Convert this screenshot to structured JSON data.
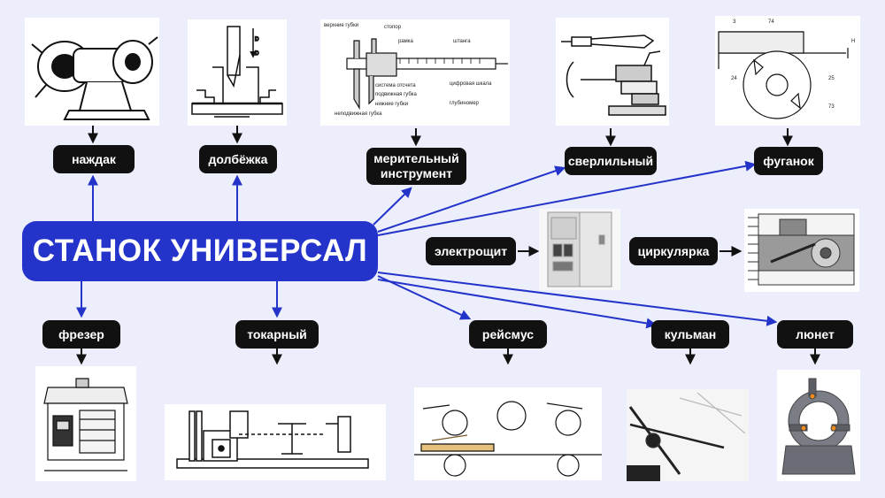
{
  "main": {
    "title": "СТАНОК УНИВЕРСАЛ"
  },
  "nodes": {
    "nazhdak": "наждак",
    "dolbezhka": "долбёжка",
    "meritelny": "мерительный инструмент",
    "sverlilny": "сверлильный",
    "fuganok": "фуганок",
    "elektroshchit": "электрощит",
    "tsirkulyarka": "циркулярка",
    "frezer": "фрезер",
    "tokarny": "токарный",
    "reismus": "рейсмус",
    "kulman": "кульман",
    "lyunet": "люнет"
  },
  "caliper_labels": {
    "upper_jaws": "верхние губки",
    "stopper": "стопор",
    "frame": "рамка",
    "rod": "штанга",
    "reading_system": "система отсчета",
    "movable_jaw": "подвижная губка",
    "digital_scale": "цифровая шкала",
    "lower_jaws": "нижние губки",
    "depth_gauge": "глубиномер",
    "fixed_jaw": "неподвижная губка"
  },
  "planer_labels": {
    "a": "3",
    "b": "74",
    "c": "24",
    "d": "25",
    "e": "73",
    "h": "H"
  },
  "colors": {
    "accent": "#2433c9",
    "background": "#eceefb",
    "node": "#111111"
  }
}
